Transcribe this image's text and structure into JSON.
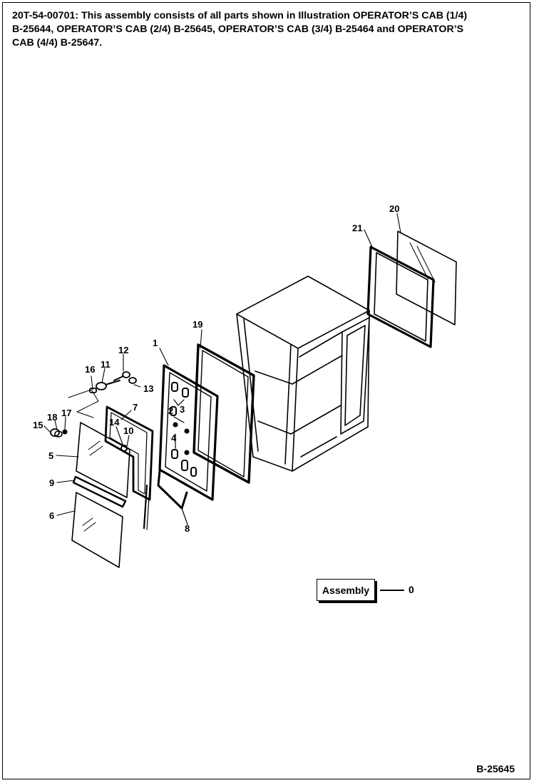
{
  "header": {
    "lines": [
      "20T-54-00701: This assembly consists of all parts shown in Illustration OPERATOR’S CAB (1/4)",
      "B-25644, OPERATOR’S CAB (2/4) B-25645, OPERATOR’S CAB (3/4) B-25464 and OPERATOR’S",
      "CAB (4/4) B-25647."
    ]
  },
  "callouts": {
    "c1": "1",
    "c2": "2",
    "c3": "3",
    "c4": "4",
    "c5": "5",
    "c6": "6",
    "c7": "7",
    "c8": "8",
    "c9": "9",
    "c10": "10",
    "c11": "11",
    "c12": "12",
    "c13": "13",
    "c14": "14",
    "c15": "15",
    "c16": "16",
    "c17": "17",
    "c18": "18",
    "c19": "19",
    "c20": "20",
    "c21": "21"
  },
  "assembly": {
    "label": "Assembly",
    "value": "0"
  },
  "figure_id": "B-25645"
}
